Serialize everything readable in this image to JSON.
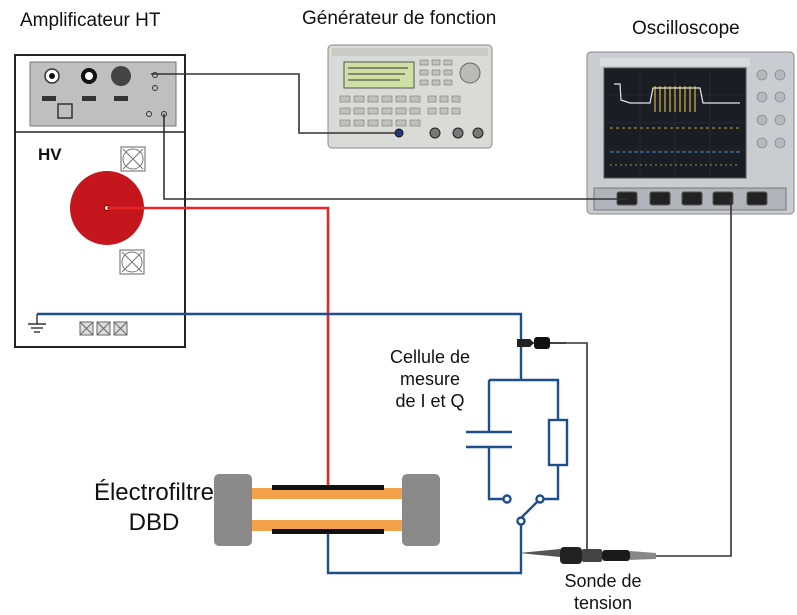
{
  "labels": {
    "amplifier": "Amplificateur HT",
    "generator": "Générateur de fonction",
    "oscilloscope": "Oscilloscope",
    "hv": "HV",
    "cell_line1": "Cellule de",
    "cell_line2": "mesure",
    "cell_line3": "de I et Q",
    "filter_line1": "Électrofiltre",
    "filter_line2": "DBD",
    "probe_line1": "Sonde de",
    "probe_line2": "tension"
  },
  "colors": {
    "hv_wire": "#e8262a",
    "signal_wire": "#1f4e8c",
    "generator_wire": "#333333",
    "hv_terminal": "#c4161c",
    "electrode": "#f4a24a",
    "filter_end": "#8a8a8a"
  }
}
